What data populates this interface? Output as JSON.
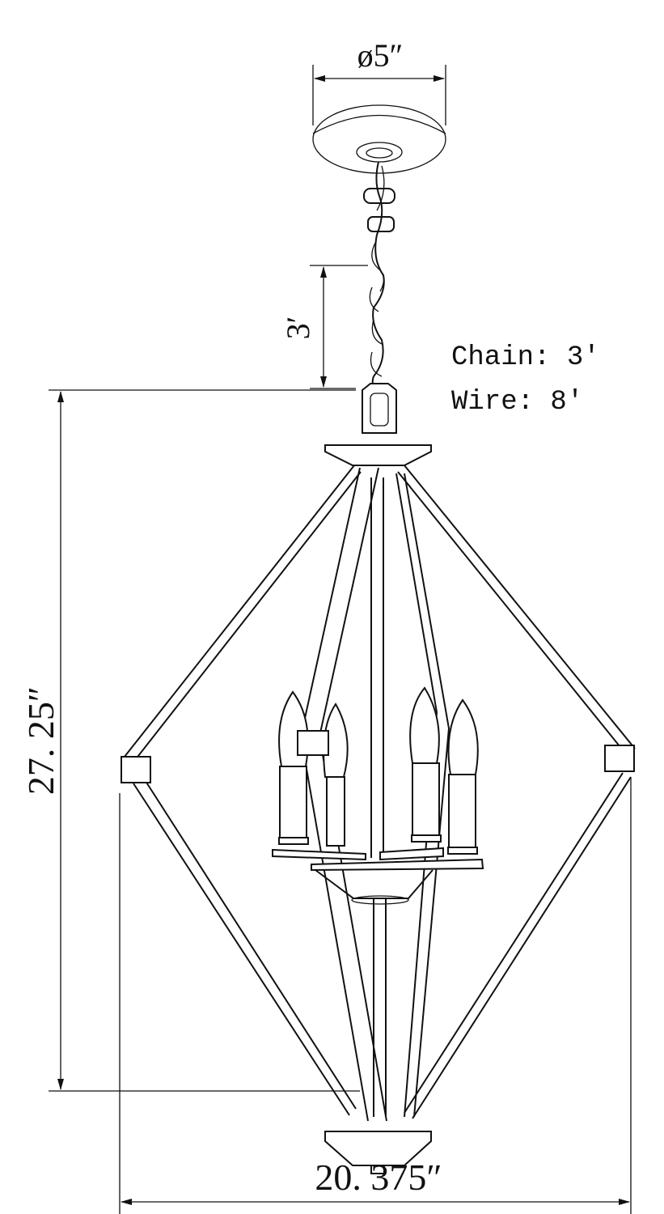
{
  "dimensions": {
    "canopy_diameter": "ø5″",
    "chain_length": "3′",
    "overall_height": "27. 25″",
    "overall_width": "20. 375″"
  },
  "notes": {
    "chain": "Chain: 3′",
    "wire": "Wire: 8′"
  },
  "colors": {
    "line": "#111111",
    "background": "#ffffff"
  }
}
